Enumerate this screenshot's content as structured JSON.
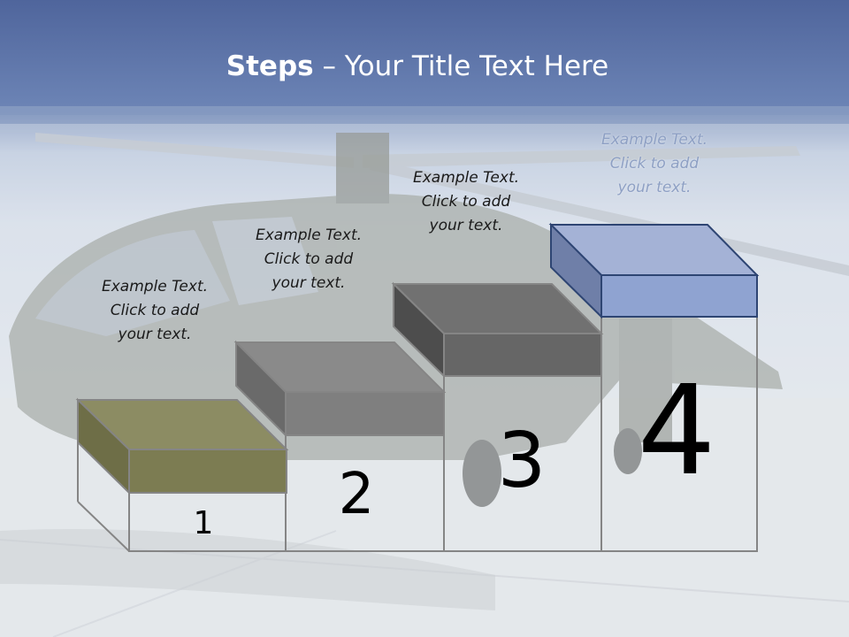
{
  "slide": {
    "title_bold": "Steps",
    "title_rest": " – Your Title Text Here",
    "steps": [
      {
        "number": "1",
        "text_lines": [
          "Example Text.",
          "Click  to add",
          "your text."
        ],
        "color": "#7c7c52"
      },
      {
        "number": "2",
        "text_lines": [
          "Example Text.",
          "Click  to add",
          "your text."
        ],
        "color": "#7f7f7f"
      },
      {
        "number": "3",
        "text_lines": [
          "Example Text.",
          "Click  to add",
          "your text."
        ],
        "color": "#666666"
      },
      {
        "number": "4",
        "text_lines": [
          "Example Text.",
          "Click  to add",
          "your text."
        ],
        "color": "#8fa3d1"
      }
    ],
    "colors": {
      "sky_top": "#5b72a8",
      "sky_mid": "#c9d3e4",
      "ground": "#e3e6ea",
      "step_outline": "#7a7a7a"
    },
    "background_image": "helicopter-on-tarmac"
  }
}
